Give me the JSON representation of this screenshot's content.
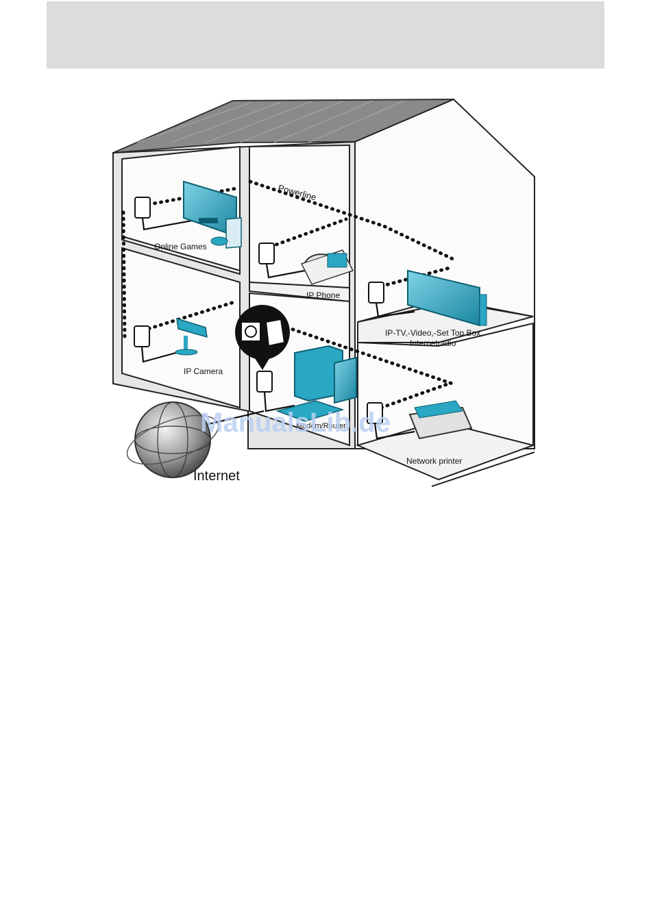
{
  "header": {
    "text": ""
  },
  "diagram": {
    "labels": {
      "powerline": "Powerline",
      "online_games": "Online Games",
      "ip_phone": "IP Phone",
      "ip_tv_line1": "IP-TV,-Video,-Set Top Box,",
      "ip_tv_line2": "Internetradio",
      "ip_camera": "IP Camera",
      "computer": "Modem/Router",
      "network_printer": "Network printer",
      "internet": "Internet"
    },
    "watermark": "ManualsLib.de",
    "colors": {
      "device_blue": "#2aa7c2",
      "device_dark": "#1a7f96",
      "roof": "#8a8a8a",
      "watermark": "#b9cff2"
    }
  }
}
